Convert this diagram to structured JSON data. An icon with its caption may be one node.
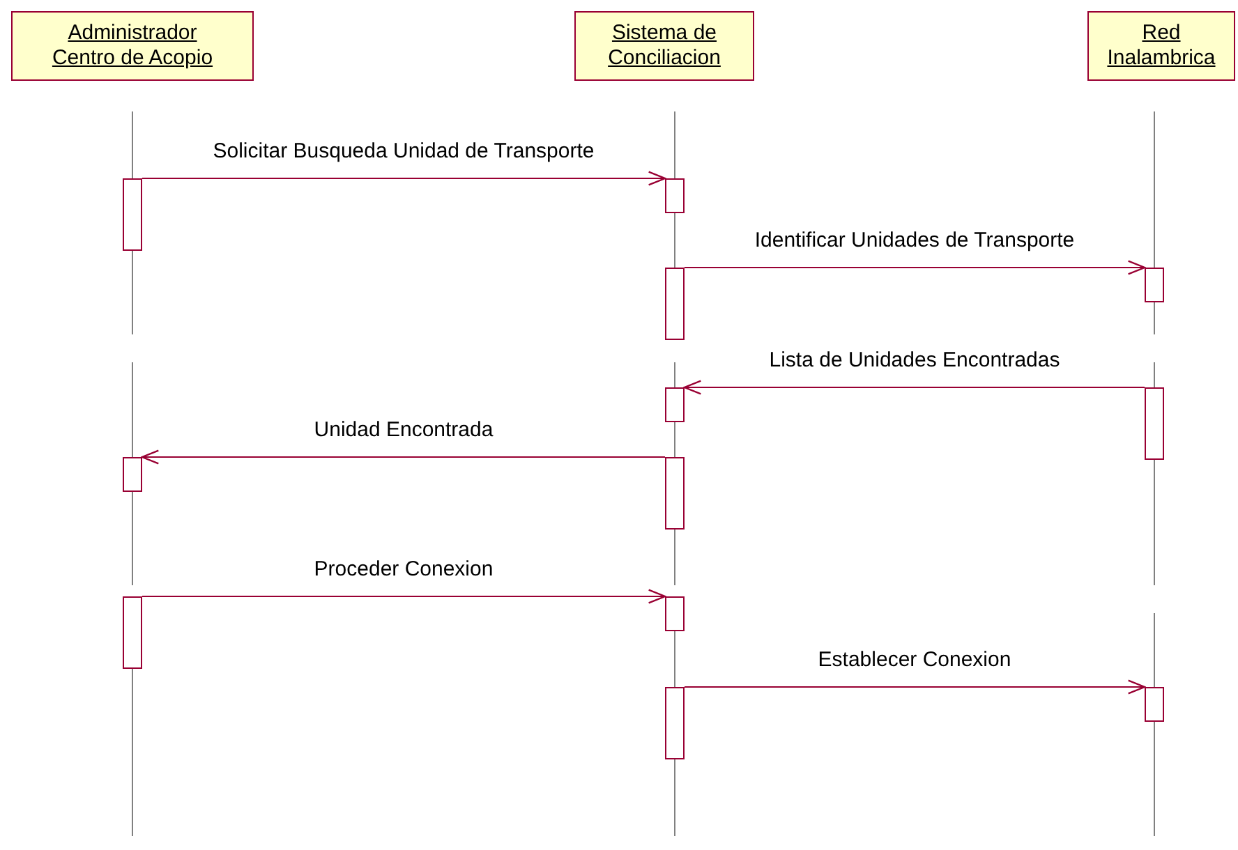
{
  "diagram": {
    "nodes": [
      {
        "text": [
          "Administrador Centro de Acopio"
        ]
      },
      {
        "text": [
          "Sistema de Conciliacion"
        ]
      },
      {
        "text": [
          "Red Inalambrica"
        ]
      },
      {
        "text": [],
        "shape": "bar"
      },
      {
        "text": [],
        "shape": "bar"
      },
      {
        "text": [],
        "shape": "bar"
      },
      {
        "text": [],
        "shape": "bar"
      },
      {
        "text": [],
        "shape": "bar"
      },
      {
        "text": [],
        "shape": "bar"
      },
      {
        "text": [],
        "shape": "bar"
      },
      {
        "text": [],
        "shape": "bar"
      },
      {
        "text": [],
        "shape": "bar"
      },
      {
        "text": [],
        "shape": "bar"
      },
      {
        "text": [],
        "shape": "bar"
      },
      {
        "text": [],
        "shape": "bar"
      }
    ],
    "edges": [
      {
        "from": 3,
        "to": 4,
        "arrow": "to",
        "label": "Solicitar Busqueda Unidad de Transporte"
      },
      {
        "from": 5,
        "to": 6,
        "arrow": "to",
        "label": "Identificar Unidades de Transporte"
      },
      {
        "from": 7,
        "to": 8,
        "arrow": "to",
        "label": "Lista de Unidades Encontradas"
      },
      {
        "from": 10,
        "to": 9,
        "arrow": "to",
        "label": "Unidad Encontrada"
      },
      {
        "from": 11,
        "to": 12,
        "arrow": "to",
        "label": "Proceder Conexion"
      },
      {
        "from": 13,
        "to": 14,
        "arrow": "to",
        "label": "Establecer Conexion"
      }
    ]
  }
}
